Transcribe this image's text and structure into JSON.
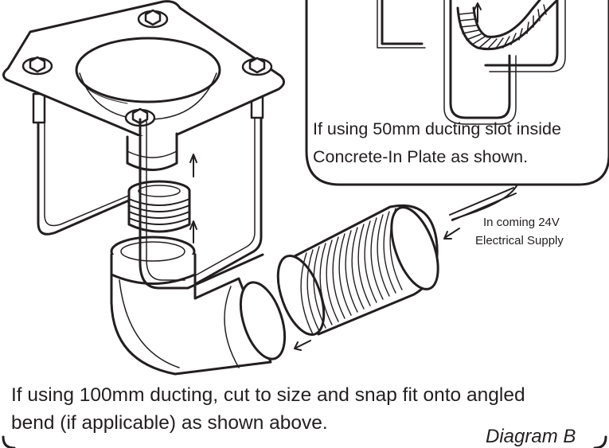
{
  "inset": {
    "line1": "If using 50mm ducting slot inside",
    "line2": "Concrete-In Plate as shown."
  },
  "supply_label": {
    "line1": "In coming 24V",
    "line2": "Electrical Supply"
  },
  "caption": {
    "line1": "If using 100mm ducting, cut to size and snap fit onto angled",
    "line2": "bend (if applicable) as shown above."
  },
  "diagram_label": "Diagram B",
  "colors": {
    "ink": "#231f20",
    "paper": "#ffffff"
  }
}
